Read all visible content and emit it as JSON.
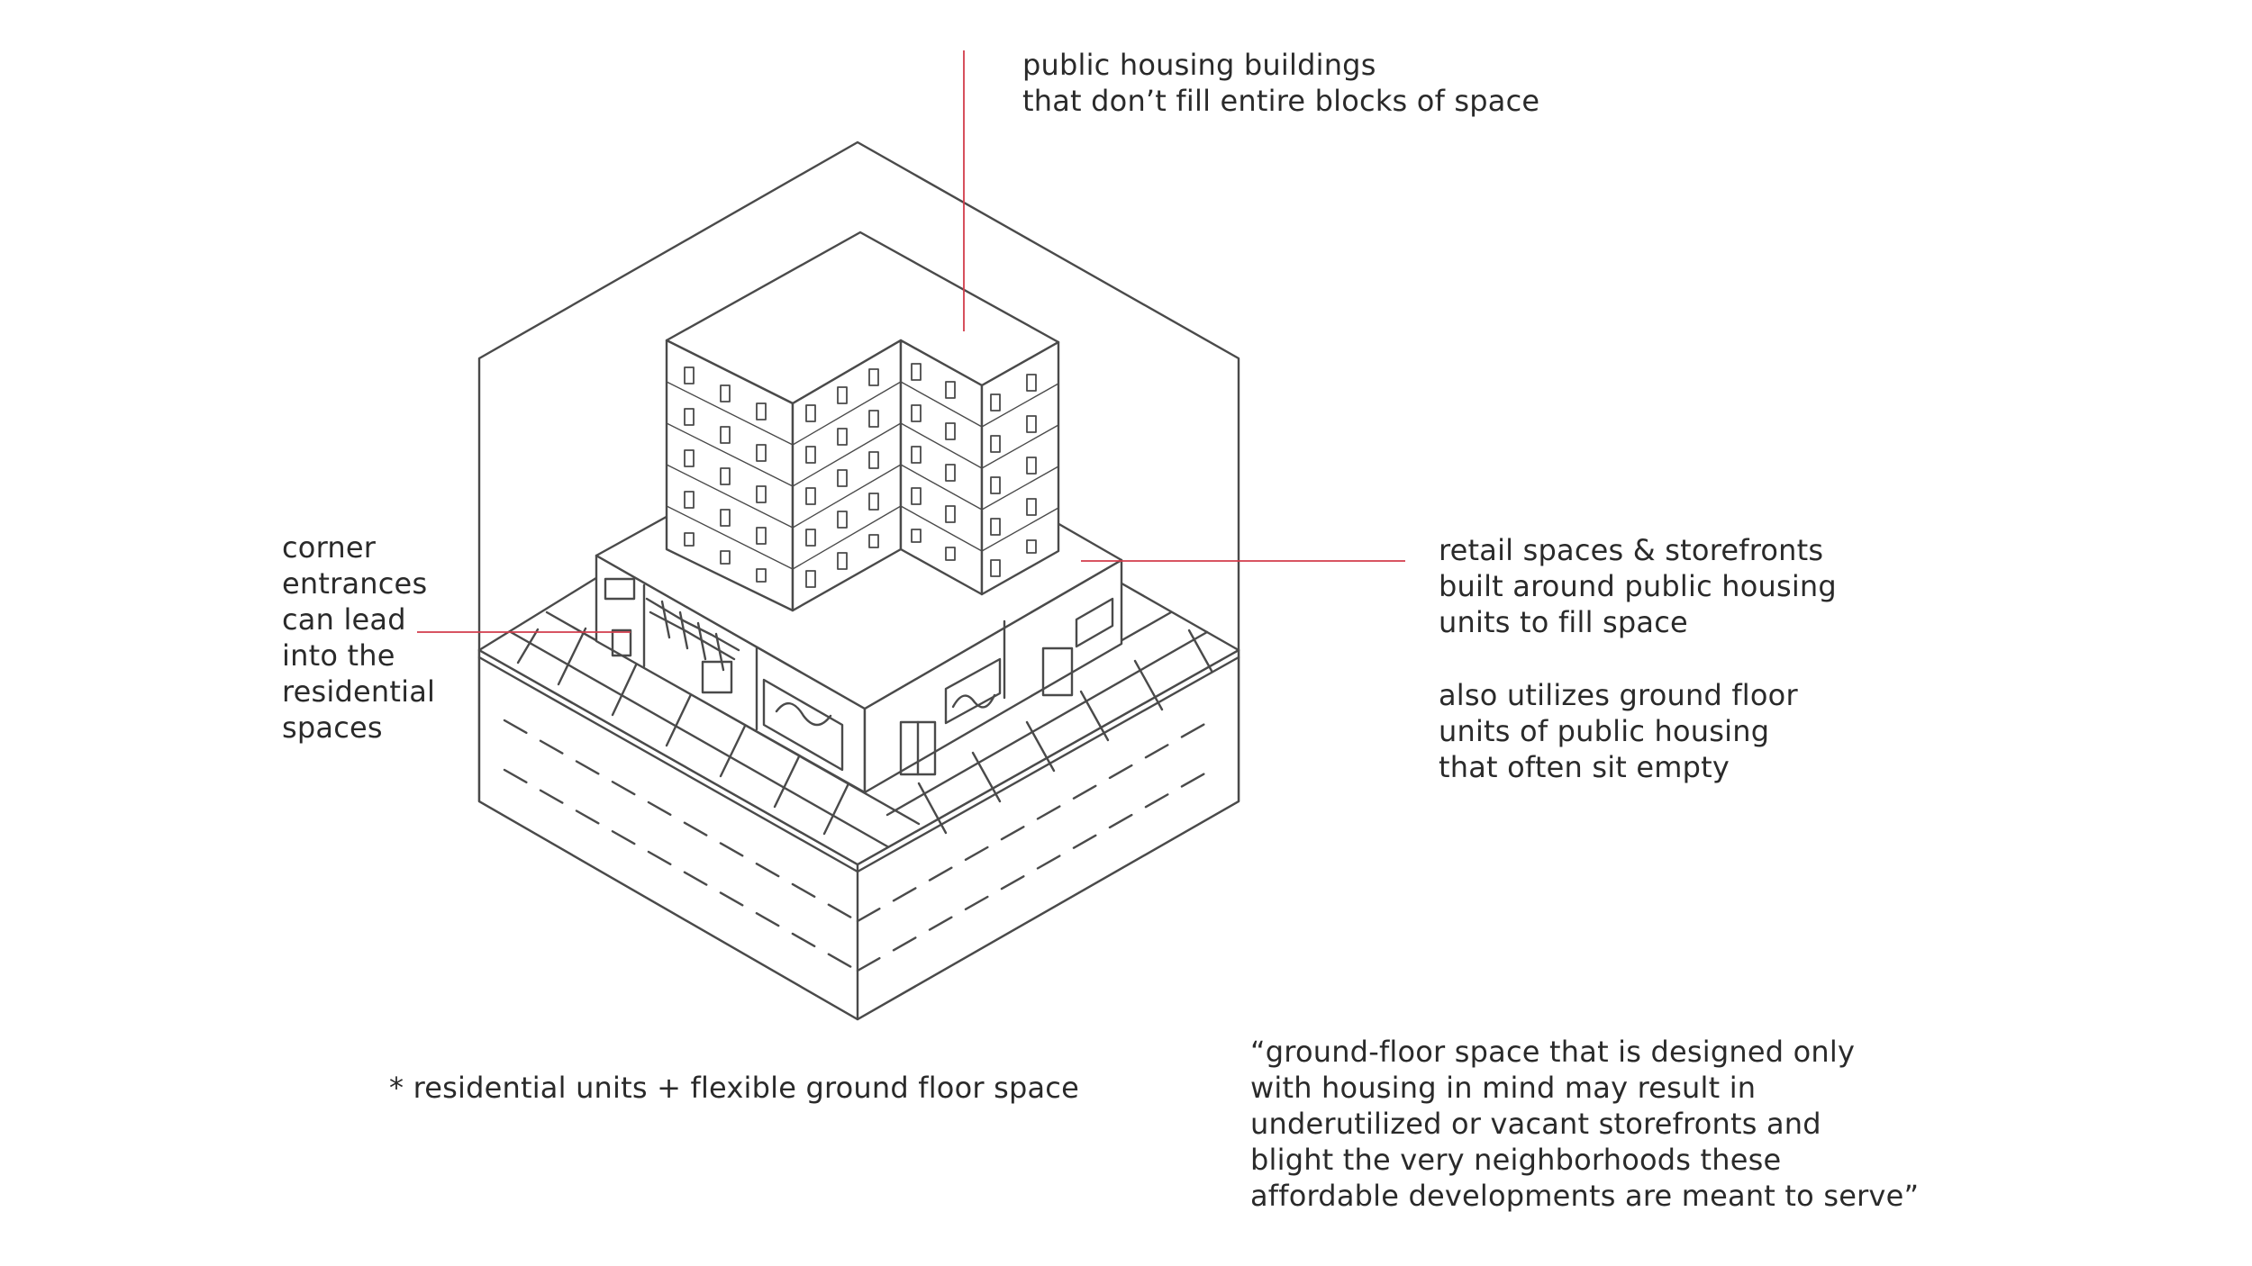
{
  "annotations": {
    "top_note": "public housing buildings\nthat don’t fill entire blocks of space",
    "corner_note": "corner\nentrances\ncan lead\ninto the\nresidential\nspaces",
    "retail_note": "retail spaces & storefronts\nbuilt around public housing\nunits to fill space",
    "ground_note": "also utilizes ground floor\nunits of public housing\nthat often sit empty",
    "footnote": "* residential units + flexible ground floor space",
    "quote": "“ground-floor space that is designed only\nwith housing in mind may result in\nunderutilized or vacant storefronts and\nblight the very neighborhoods these\naffordable developments are meant to serve”"
  },
  "colors": {
    "pencil": "#4a4a4a",
    "leader": "#d23c4b",
    "background": "#ffffff"
  }
}
